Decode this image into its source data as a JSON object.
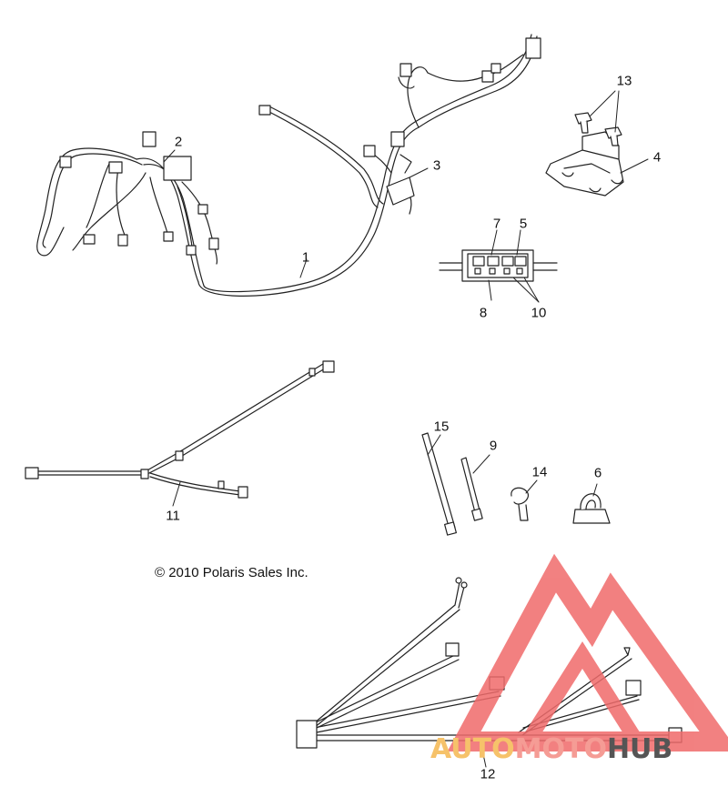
{
  "copyright": "© 2010 Polaris Sales Inc.",
  "callouts": [
    "1",
    "2",
    "3",
    "4",
    "5",
    "6",
    "7",
    "8",
    "9",
    "10",
    "11",
    "12",
    "13",
    "14",
    "15"
  ],
  "watermark": {
    "part1": "AUTO",
    "part2": "MOTO",
    "part3": "HUB",
    "colors": {
      "auto": "#f6c26a",
      "moto": "#f59c95",
      "hub": "#555555",
      "logo": "#f06b6b"
    }
  }
}
